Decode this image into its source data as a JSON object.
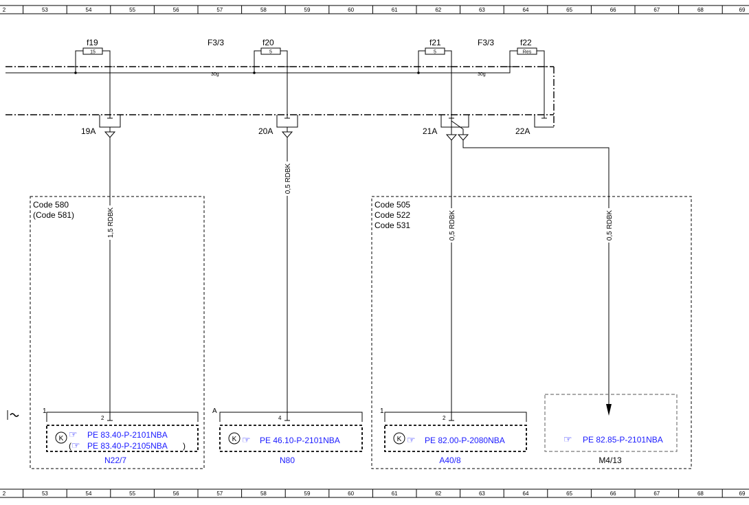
{
  "ruler": {
    "numbers": [
      "2",
      "53",
      "54",
      "55",
      "56",
      "57",
      "58",
      "59",
      "60",
      "61",
      "62",
      "63",
      "64",
      "65",
      "66",
      "67",
      "68",
      "69"
    ]
  },
  "fuse_boxes": [
    {
      "label": "F3/3"
    },
    {
      "label": "F3/3"
    }
  ],
  "fuses": [
    {
      "name": "f19",
      "rating": "15"
    },
    {
      "name": "f20",
      "rating": "5"
    },
    {
      "name": "f21",
      "rating": "5"
    },
    {
      "name": "f22",
      "rating": "Res"
    }
  ],
  "bus": {
    "label_a": "30g",
    "label_b": "30g"
  },
  "connectors": [
    {
      "label": "19A"
    },
    {
      "label": "20A"
    },
    {
      "label": "21A"
    },
    {
      "label": "22A"
    }
  ],
  "wires": [
    {
      "label": "1,5 RDBK"
    },
    {
      "label": "0,5 RDBK"
    },
    {
      "label": "0,5 RDBK"
    },
    {
      "label": "0,5 RDBK"
    }
  ],
  "code_groups": [
    {
      "lines": [
        "Code 580",
        "(Code 581)"
      ]
    },
    {
      "lines": [
        "Code 505",
        "Code 522",
        "Code 531"
      ]
    }
  ],
  "components": [
    {
      "name": "N22/7",
      "pin_row": "1",
      "pin": "2",
      "refs": [
        "PE 83.40-P-2101NBA",
        "PE 83.40-P-2105NBA"
      ],
      "paren_open": "(",
      "paren_close": ")"
    },
    {
      "name": "N80",
      "pin_row": "A",
      "pin": "4",
      "refs": [
        "PE 46.10-P-2101NBA"
      ]
    },
    {
      "name": "A40/8",
      "pin_row": "1",
      "pin": "2",
      "refs": [
        "PE 82.00-P-2080NBA"
      ]
    },
    {
      "name": "M4/13",
      "refs": [
        "PE 82.85-P-2101NBA"
      ]
    }
  ],
  "symbols": {
    "pointer": "☞",
    "transistor": "K"
  },
  "colors": {
    "link": "#1a1aff",
    "line": "#000000",
    "optional_box": "#777777"
  }
}
